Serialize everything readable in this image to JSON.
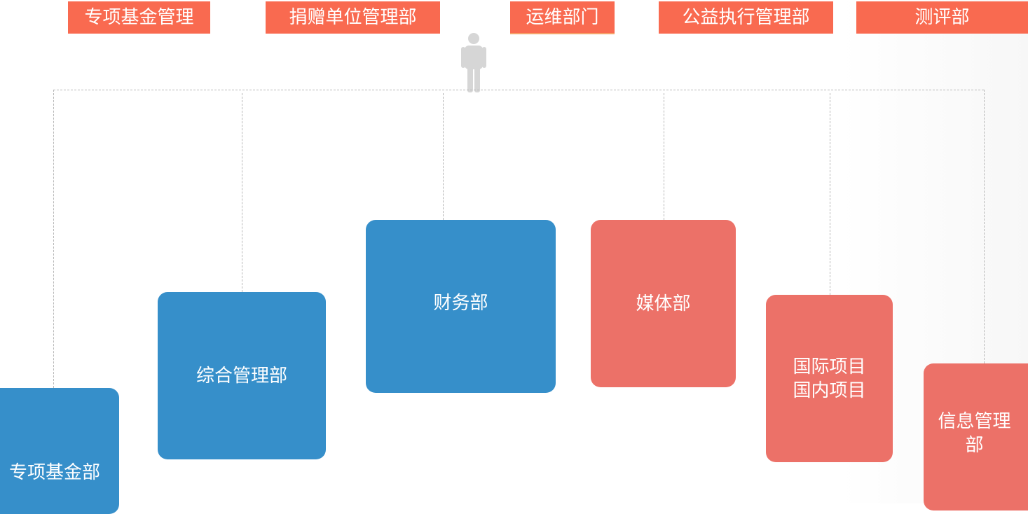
{
  "top_tags": [
    {
      "label": "专项基金管理"
    },
    {
      "label": "捐赠单位管理部"
    },
    {
      "label": "运维部门"
    },
    {
      "label": "公益执行管理部"
    },
    {
      "label": "测评部"
    }
  ],
  "root": {
    "icon": "person-icon"
  },
  "departments": [
    {
      "label": "专项基金部",
      "color": "#368fca"
    },
    {
      "label": "综合管理部",
      "color": "#368fca"
    },
    {
      "label": "财务部",
      "color": "#368fca"
    },
    {
      "label": "媒体部",
      "color": "#ec7168"
    },
    {
      "label": "国际项目\n国内项目",
      "color": "#ec7168"
    },
    {
      "label": "信息管理\n部",
      "color": "#ec7168"
    }
  ],
  "colors": {
    "tag": "#f96a50",
    "tag_underline": "#f5a26a",
    "connector": "#b8b8b8",
    "person": "#d6d6d6"
  }
}
